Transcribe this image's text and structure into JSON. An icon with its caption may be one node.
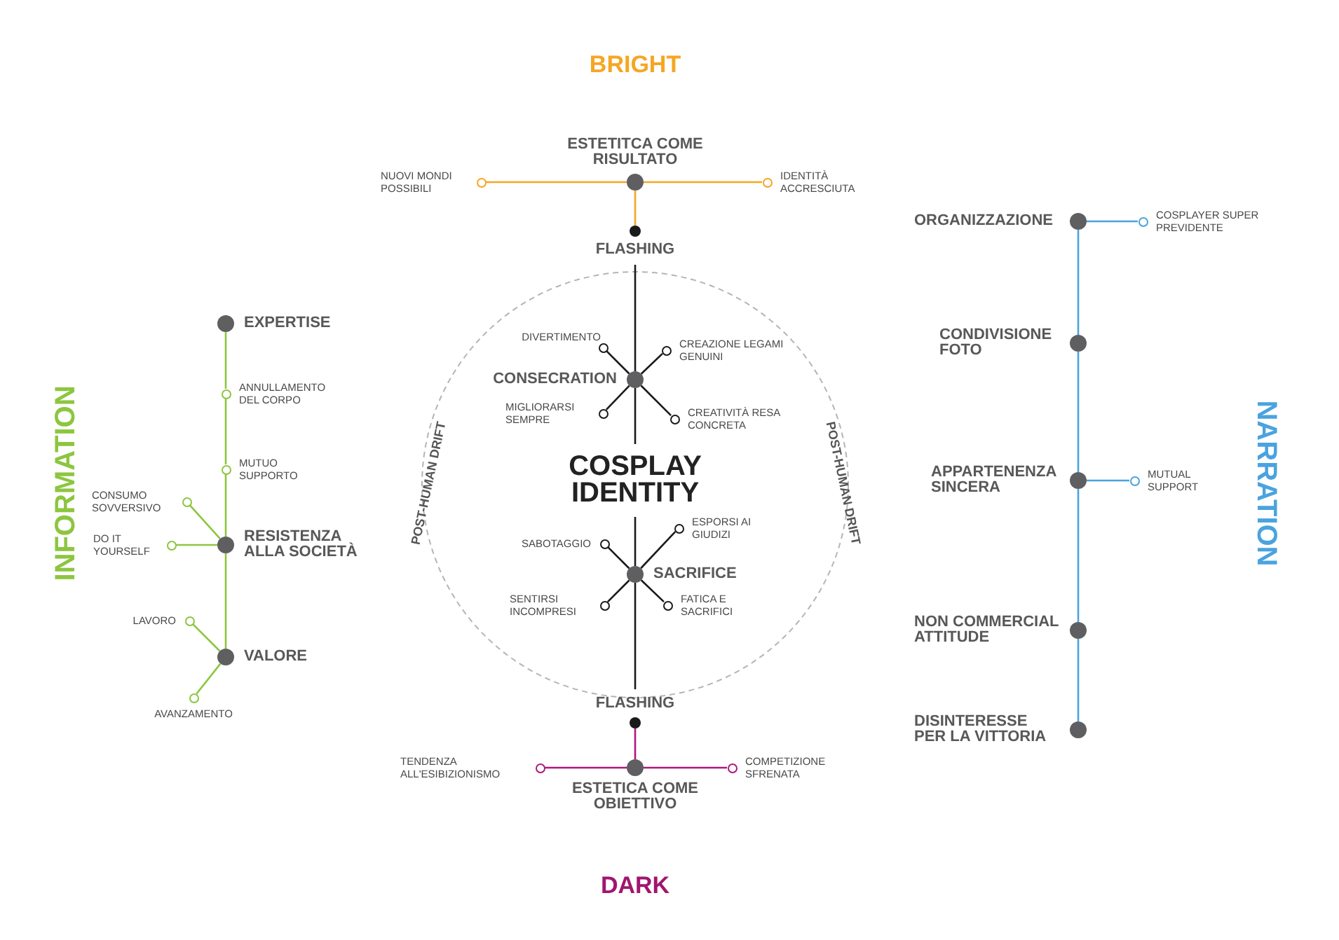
{
  "diagram": {
    "nodes": [
      {
        "text": [
          "ESTETITCA COME RISULTATO"
        ]
      },
      {
        "text": [
          "NUOVI MONDI POSSIBILI"
        ]
      },
      {
        "text": [
          "IDENTITÀ ACCRESCIUTA"
        ]
      },
      {
        "text": [
          "FLASHING"
        ]
      },
      {
        "text": [
          "CONSECRATION"
        ]
      },
      {
        "text": [
          "DIVERTIMENTO"
        ]
      },
      {
        "text": [
          "CREAZIONE LEGAMI GENUINI"
        ]
      },
      {
        "text": [
          "MIGLIORARSI SEMPRE"
        ]
      },
      {
        "text": [
          "CREATIVITÀ RESA CONCRETA"
        ]
      },
      {
        "text": [
          "SACRIFICE"
        ]
      },
      {
        "text": [
          "SABOTAGGIO"
        ]
      },
      {
        "text": [
          "ESPORSI AI GIUDIZI"
        ]
      },
      {
        "text": [
          "SENTIRSI INCOMPRESI"
        ]
      },
      {
        "text": [
          "FATICA E SACRIFICI"
        ]
      },
      {
        "text": [
          "FLASHING"
        ]
      },
      {
        "text": [
          "ESTETICA COME OBIETTIVO"
        ]
      },
      {
        "text": [
          "TENDENZA ALL'ESIBIZIONISMO"
        ]
      },
      {
        "text": [
          "COMPETIZIONE SFRENATA"
        ]
      },
      {
        "text": [
          "EXPERTISE"
        ]
      },
      {
        "text": [
          "ANNULLAMENTO DEL CORPO"
        ]
      },
      {
        "text": [
          "MUTUO SUPPORTO"
        ]
      },
      {
        "text": [
          "RESISTENZA ALLA SOCIETÀ"
        ]
      },
      {
        "text": [
          "CONSUMO SOVVERSIVO"
        ]
      },
      {
        "text": [
          "DO IT YOURSELF"
        ]
      },
      {
        "text": [
          "VALORE"
        ]
      },
      {
        "text": [
          "LAVORO"
        ]
      },
      {
        "text": [
          "AVANZAMENTO"
        ]
      },
      {
        "text": [
          "ORGANIZZAZIONE"
        ]
      },
      {
        "text": [
          "COSPLAYER SUPER PREVIDENTE"
        ]
      },
      {
        "text": [
          "CONDIVISIONE FOTO"
        ]
      },
      {
        "text": [
          "APPARTENENZA SINCERA"
        ]
      },
      {
        "text": [
          "MUTUAL SUPPORT"
        ]
      },
      {
        "text": [
          "NON COMMERCIAL ATTITUDE"
        ]
      },
      {
        "text": [
          "DISINTERESSE PER LA VITTORIA"
        ]
      },
      {
        "text": [
          "COSPLAY IDENTITY"
        ]
      }
    ],
    "edges": [
      {
        "from": 0,
        "to": 1,
        "arrow": "none",
        "color": "#f5a623"
      },
      {
        "from": 0,
        "to": 2,
        "arrow": "none",
        "color": "#f5a623"
      },
      {
        "from": 0,
        "to": 3,
        "arrow": "none",
        "color": "#f5a623"
      },
      {
        "from": 3,
        "to": 4,
        "arrow": "none"
      },
      {
        "from": 4,
        "to": 5,
        "arrow": "none"
      },
      {
        "from": 4,
        "to": 6,
        "arrow": "none"
      },
      {
        "from": 4,
        "to": 7,
        "arrow": "none"
      },
      {
        "from": 4,
        "to": 8,
        "arrow": "none"
      },
      {
        "from": 4,
        "to": 34,
        "arrow": "none"
      },
      {
        "from": 34,
        "to": 9,
        "arrow": "none"
      },
      {
        "from": 9,
        "to": 10,
        "arrow": "none"
      },
      {
        "from": 9,
        "to": 11,
        "arrow": "none"
      },
      {
        "from": 9,
        "to": 12,
        "arrow": "none"
      },
      {
        "from": 9,
        "to": 13,
        "arrow": "none"
      },
      {
        "from": 9,
        "to": 14,
        "arrow": "none"
      },
      {
        "from": 14,
        "to": 15,
        "arrow": "none",
        "color": "#b0177e"
      },
      {
        "from": 15,
        "to": 16,
        "arrow": "none",
        "color": "#b0177e"
      },
      {
        "from": 15,
        "to": 17,
        "arrow": "none",
        "color": "#b0177e"
      },
      {
        "from": 18,
        "to": 19,
        "arrow": "none",
        "color": "#8cc63f"
      },
      {
        "from": 19,
        "to": 20,
        "arrow": "none",
        "color": "#8cc63f"
      },
      {
        "from": 20,
        "to": 21,
        "arrow": "none",
        "color": "#8cc63f"
      },
      {
        "from": 21,
        "to": 22,
        "arrow": "none",
        "color": "#8cc63f"
      },
      {
        "from": 21,
        "to": 23,
        "arrow": "none",
        "color": "#8cc63f"
      },
      {
        "from": 21,
        "to": 24,
        "arrow": "none",
        "color": "#8cc63f"
      },
      {
        "from": 24,
        "to": 25,
        "arrow": "none",
        "color": "#8cc63f"
      },
      {
        "from": 24,
        "to": 26,
        "arrow": "none",
        "color": "#8cc63f"
      },
      {
        "from": 27,
        "to": 28,
        "arrow": "none",
        "color": "#4aa3df"
      },
      {
        "from": 27,
        "to": 29,
        "arrow": "none",
        "color": "#4aa3df"
      },
      {
        "from": 29,
        "to": 30,
        "arrow": "none",
        "color": "#4aa3df"
      },
      {
        "from": 30,
        "to": 31,
        "arrow": "none",
        "color": "#4aa3df"
      },
      {
        "from": 30,
        "to": 32,
        "arrow": "none",
        "color": "#4aa3df"
      },
      {
        "from": 32,
        "to": 33,
        "arrow": "none",
        "color": "#4aa3df"
      }
    ],
    "labels": [
      "BRIGHT",
      "INFORMATION",
      "POST-HUMAN DRIFT",
      "POST-HUMAN DRIFT",
      "NARRATION",
      "DARK"
    ]
  }
}
